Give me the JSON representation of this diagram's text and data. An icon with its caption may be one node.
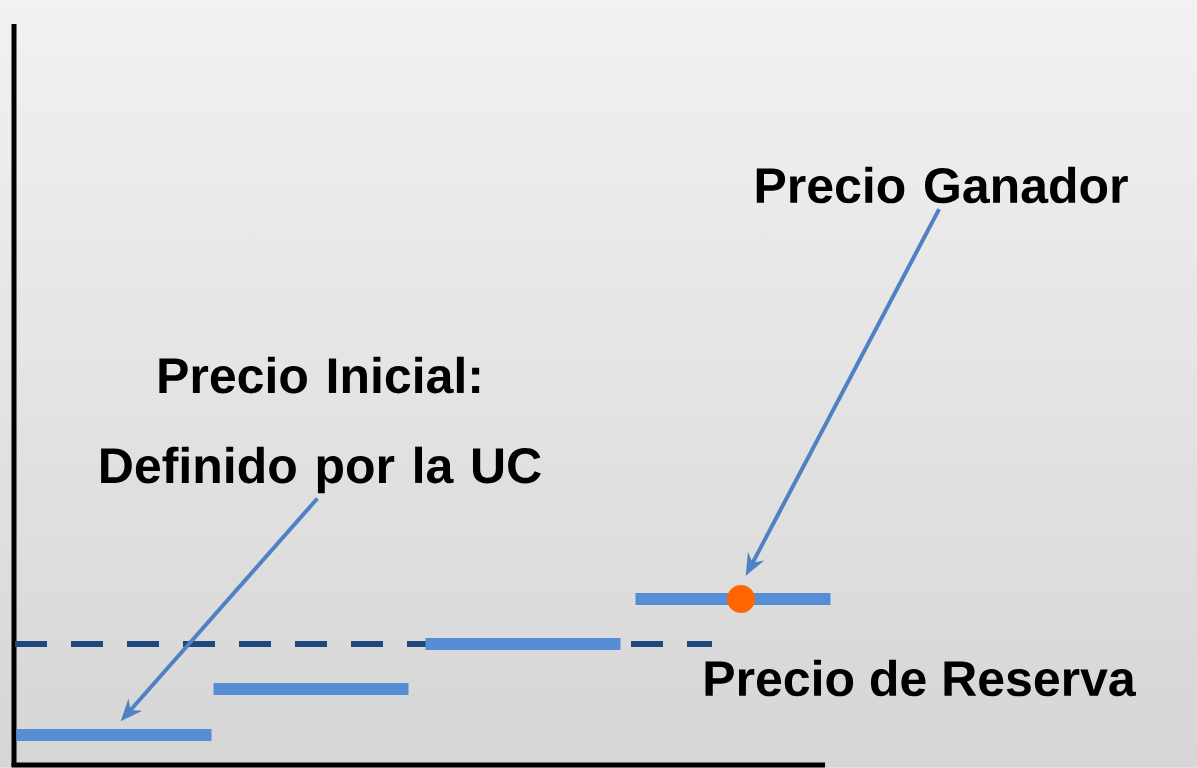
{
  "diagram": {
    "nodes": [
      {
        "text": [
          "Precio Ganador"
        ]
      },
      {
        "text": [
          "Precio Inicial: Definido por la UC"
        ]
      },
      {
        "text": [],
        "shape": "bar"
      },
      {
        "text": [],
        "shape": "bar"
      },
      {
        "text": [],
        "shape": "bar"
      },
      {
        "text": [],
        "shape": "bar"
      },
      {
        "text": [],
        "shape": "circle"
      }
    ],
    "edges": [
      {
        "from": 0,
        "to": 6,
        "arrow": "to"
      },
      {
        "from": 1,
        "to": 2,
        "arrow": "to"
      }
    ],
    "labels": [
      "Precio de Reserva"
    ]
  }
}
